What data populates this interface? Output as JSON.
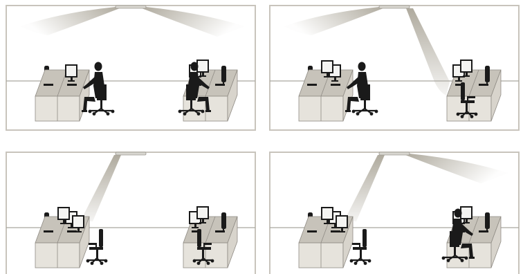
{
  "colors": {
    "background": "#ffffff",
    "frame": "#c8c4bc",
    "floor_line": "#a9a69f",
    "light_beam": "#aba699",
    "luminaire": "#d8d6d0",
    "desk_top": "#c7c3ba",
    "desk_front": "#e6e3dc",
    "desk_edge": "#8f8b84",
    "silhouette": "#1a1a1a"
  },
  "panels": [
    {
      "id": "panel-1",
      "light_mode": "ambient-split",
      "chairs": [
        "occupied",
        "occupied"
      ]
    },
    {
      "id": "panel-2",
      "light_mode": "ambient-left-task-right",
      "chairs": [
        "occupied",
        "empty"
      ]
    },
    {
      "id": "panel-3",
      "light_mode": "task-left",
      "chairs": [
        "empty",
        "empty"
      ]
    },
    {
      "id": "panel-4",
      "light_mode": "task-left-ambient-right",
      "chairs": [
        "empty",
        "occupied"
      ]
    }
  ]
}
